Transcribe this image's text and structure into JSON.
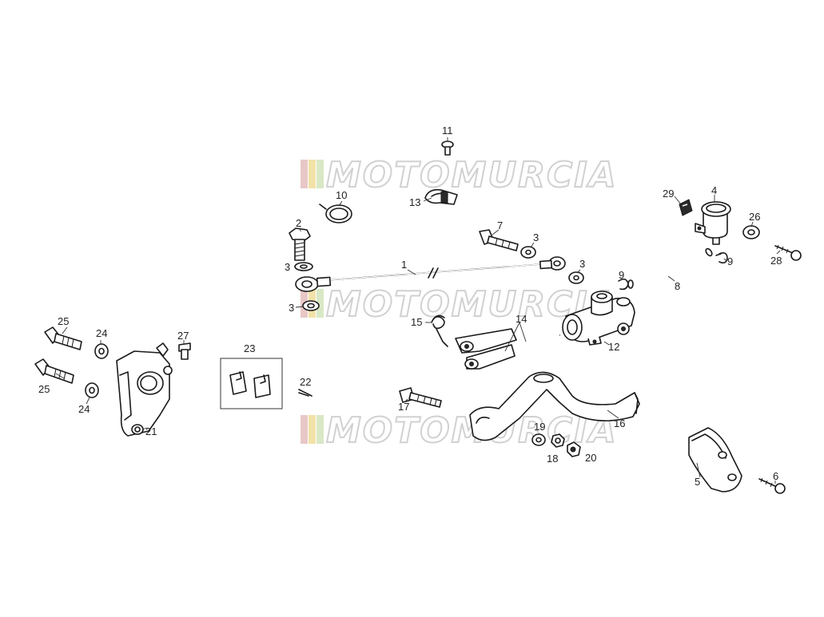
{
  "watermark": {
    "text": "MOTOMURCIA",
    "stripe_colors": [
      "#e8c7c7",
      "#f2e2a8",
      "#d8e8c4"
    ]
  },
  "labels": {
    "p1": "1",
    "p2": "2",
    "p3a": "3",
    "p3b": "3",
    "p3c": "3",
    "p3d": "3",
    "p4": "4",
    "p5": "5",
    "p6": "6",
    "p7": "7",
    "p8": "8",
    "p9a": "9",
    "p9b": "9",
    "p10": "10",
    "p11": "11",
    "p12": "12",
    "p13": "13",
    "p14": "14",
    "p15": "15",
    "p16": "16",
    "p17": "17",
    "p18": "18",
    "p19": "19",
    "p20": "20",
    "p21": "21",
    "p22": "22",
    "p23": "23",
    "p24a": "24",
    "p24b": "24",
    "p25a": "25",
    "p25b": "25",
    "p26": "26",
    "p27": "27",
    "p28": "28",
    "p29": "29"
  }
}
